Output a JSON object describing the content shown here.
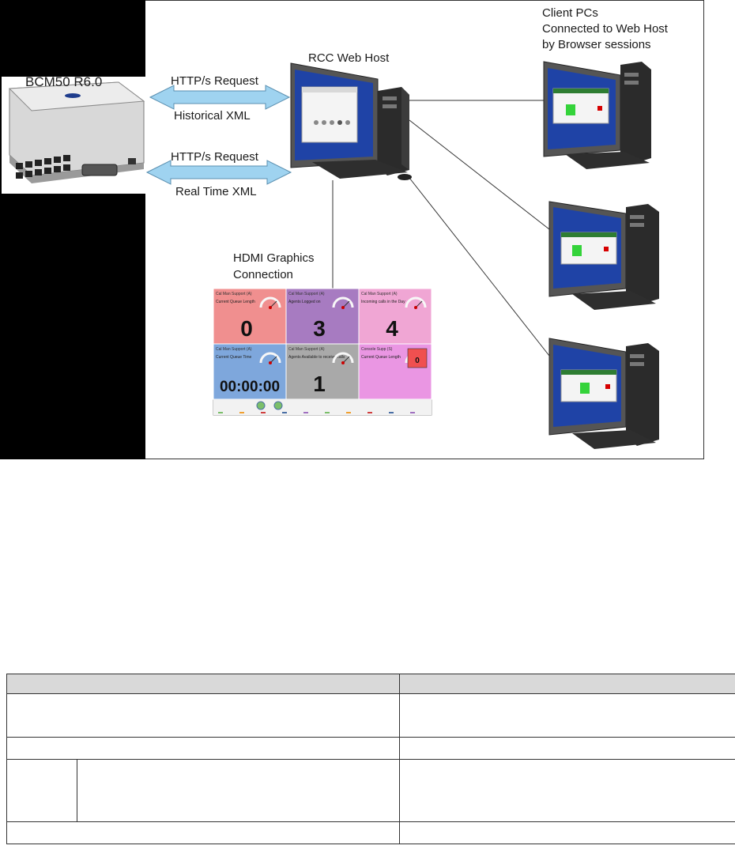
{
  "diagram": {
    "device_label": "BCM50 R6.0",
    "arrow_top_label": "HTTP/s Request",
    "arrow_top_sublabel": "Historical XML",
    "arrow_bottom_label": "HTTP/s Request",
    "arrow_bottom_sublabel": "Real Time XML",
    "host_label": "RCC Web Host",
    "clients_label_1": "Client PCs",
    "clients_label_2": "Connected to Web Host",
    "clients_label_3": "by Browser sessions",
    "hdmi_label_1": "HDMI Graphics",
    "hdmi_label_2": "Connection",
    "dashboard": {
      "tiles": [
        {
          "title": "Cal Man Support (A)",
          "caption": "Current Queue Length",
          "value": "0",
          "color": "#f08f8f"
        },
        {
          "title": "Cal Man Support (A)",
          "caption": "Agents Logged on",
          "value": "3",
          "color": "#a77bc1"
        },
        {
          "title": "Cal Man Support (A)",
          "caption": "Incoming calls in the Day",
          "value": "4",
          "color": "#f0a6d4"
        },
        {
          "title": "Cal Man Support (A)",
          "caption": "Current Queue Time",
          "value": "00:00:00",
          "color": "#7ea7dc"
        },
        {
          "title": "Cal Man Support (A)",
          "caption": "Agents Available to receive calls",
          "value": "1",
          "color": "#a9a9a9"
        },
        {
          "title": "Console Supp (S)",
          "caption": "Current Queue Length",
          "value": "0",
          "color": "#ea96e3"
        }
      ]
    }
  },
  "colors": {
    "arrow_fill": "#9fd3f0",
    "screen_blue": "#1f43a6",
    "tower": "#2b2b2b"
  }
}
